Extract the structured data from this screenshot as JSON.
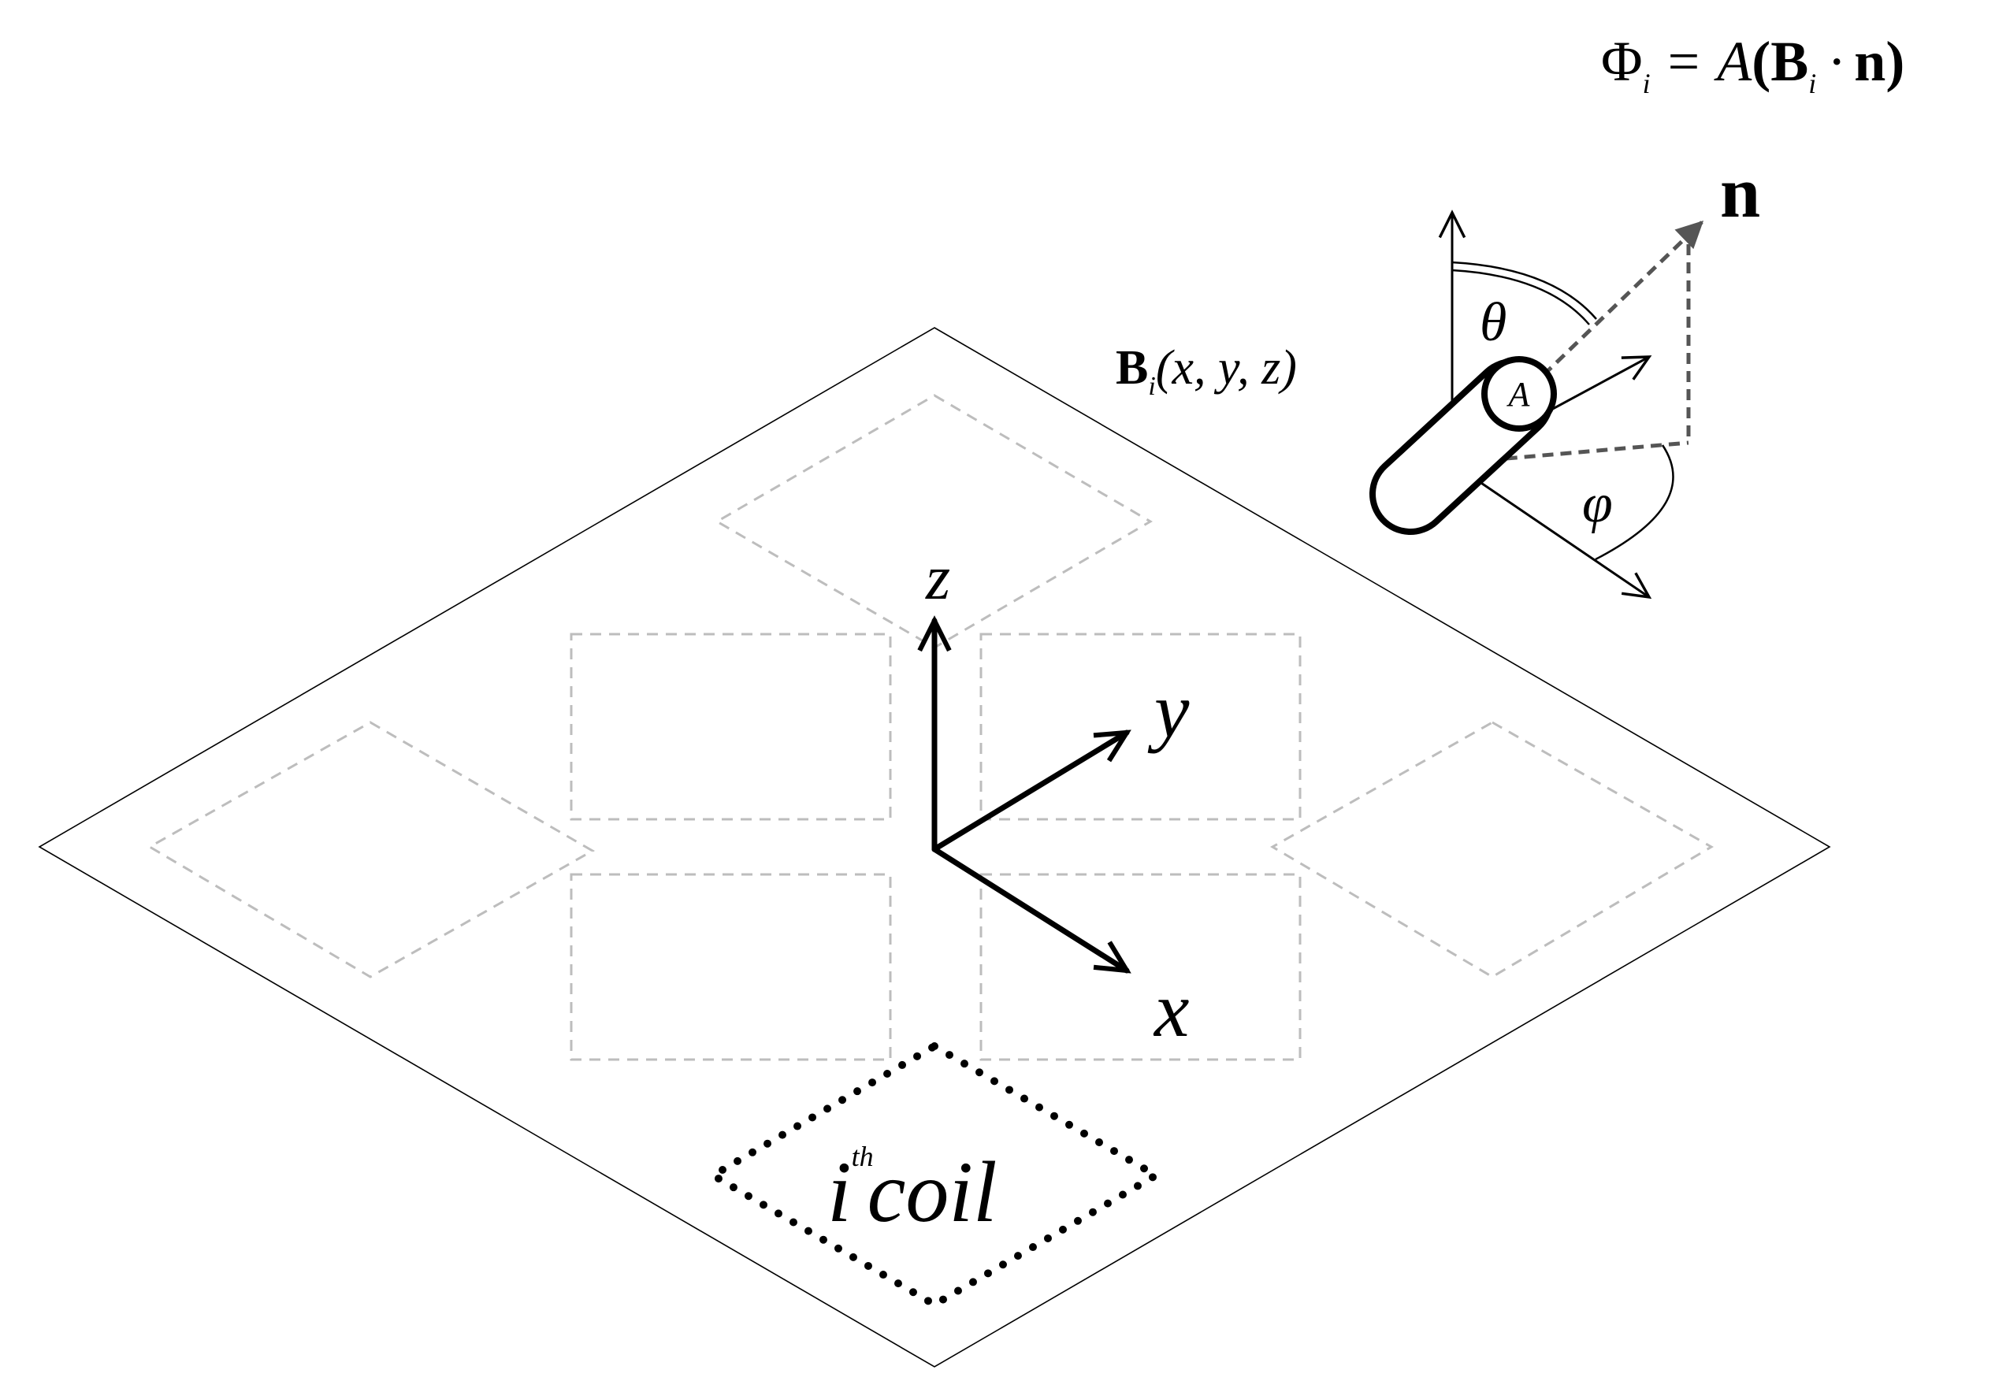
{
  "equation": {
    "lhs": "Φ",
    "lhs_sub": "i",
    "equals": "=",
    "area": "A",
    "open": "(",
    "b": "B",
    "b_sub": "i",
    "dot": "·",
    "n": "n",
    "close": ")"
  },
  "field_label": {
    "b": "B",
    "b_sub": "i",
    "args": "(x, y, z)"
  },
  "normal_label": "n",
  "angles": {
    "theta": "θ",
    "phi": "φ"
  },
  "coil_area_label": "A",
  "axes": {
    "x": "x",
    "y": "y",
    "z": "z"
  },
  "coil_label": {
    "i": "i",
    "sup": "th",
    "word": "coil"
  }
}
